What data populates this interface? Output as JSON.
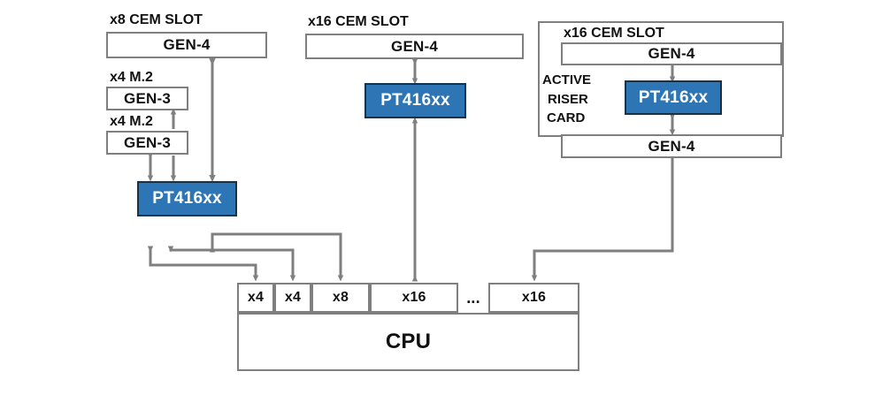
{
  "diagram": {
    "title": "PCIe switch topology block diagram",
    "colors": {
      "blue": "#2E75B6",
      "outline": "#7f7f7f",
      "text": "#111111"
    },
    "left_branch": {
      "cem_slot_label": "x8 CEM SLOT",
      "cem_slot_box": "GEN-4",
      "m2_label_1": "x4 M.2",
      "m2_box_1": "GEN-3",
      "m2_label_2": "x4 M.2",
      "m2_box_2": "GEN-3",
      "switch": "PT416xx"
    },
    "middle_branch": {
      "cem_slot_label": "x16 CEM SLOT",
      "cem_slot_box": "GEN-4",
      "switch": "PT416xx"
    },
    "right_branch": {
      "cem_slot_label": "x16 CEM SLOT",
      "card_label_line1": "ACTIVE",
      "card_label_line2": "RISER",
      "card_label_line3": "CARD",
      "upstream_box": "GEN-4",
      "switch": "PT416xx",
      "downstream_box": "GEN-4"
    },
    "cpu": {
      "name": "CPU",
      "lanes": [
        {
          "label": "x4"
        },
        {
          "label": "x4"
        },
        {
          "label": "x8"
        },
        {
          "label": "x16"
        },
        {
          "label": "..."
        },
        {
          "label": "x16"
        }
      ]
    }
  }
}
